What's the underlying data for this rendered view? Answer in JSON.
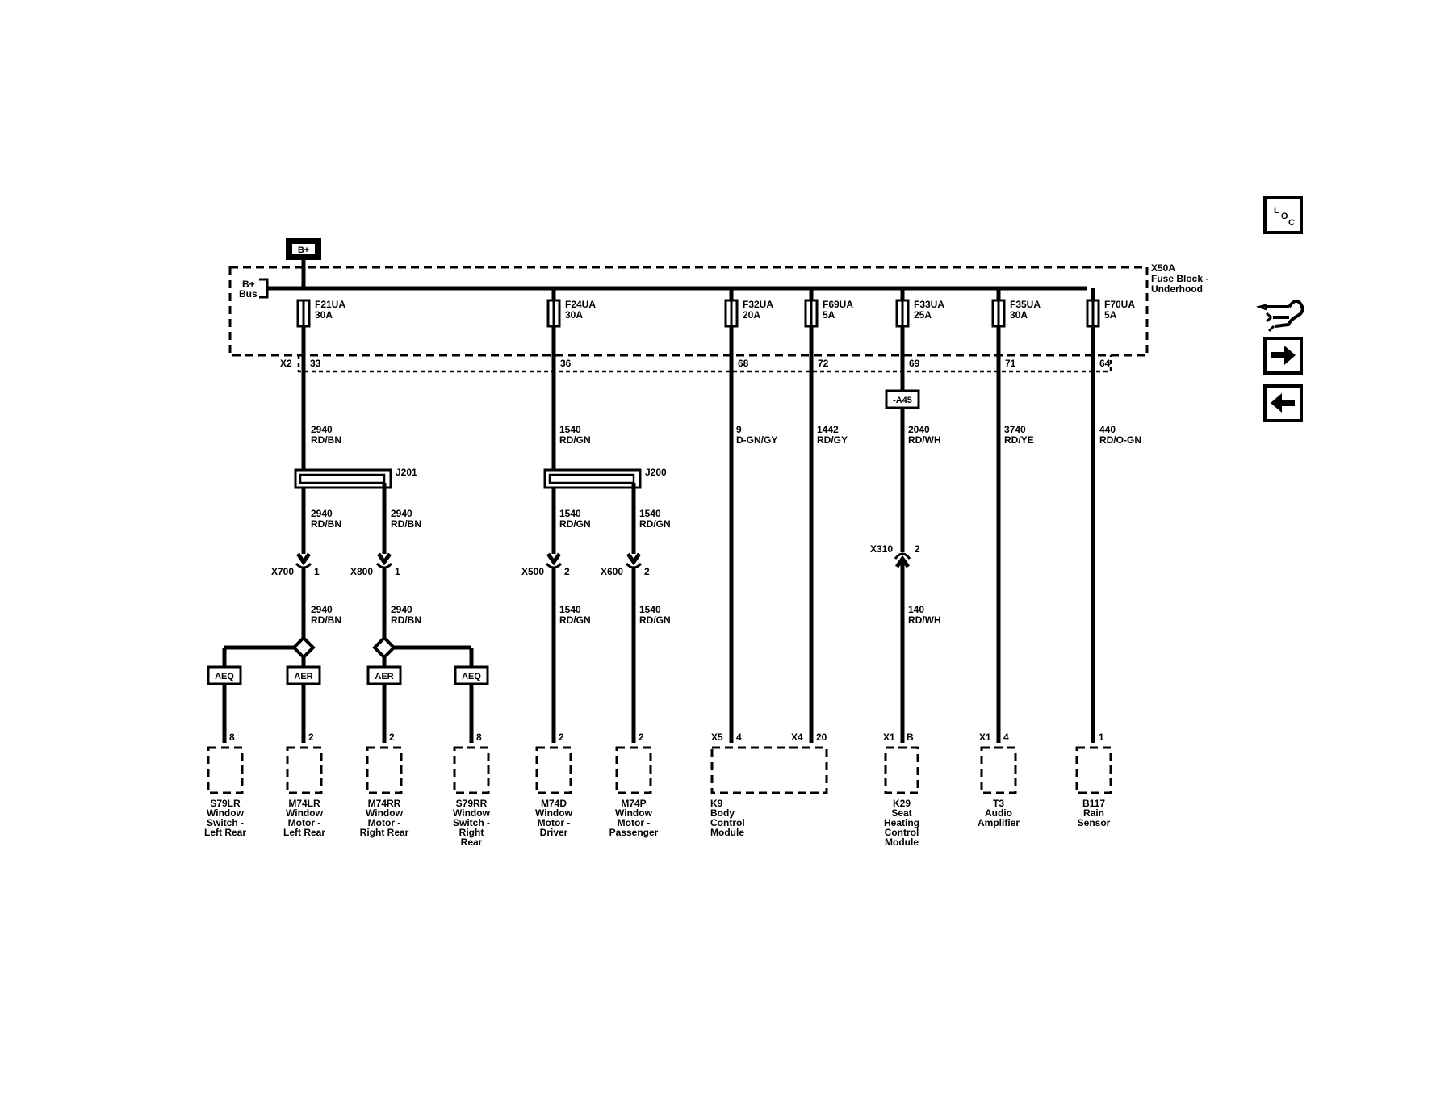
{
  "battery": "B+",
  "fuse_block": {
    "name": "X50A",
    "desc1": "Fuse Block -",
    "desc2": "Underhood",
    "bus1": "B+",
    "bus2": "Bus",
    "connector": "X2"
  },
  "fuses": [
    {
      "name": "F21UA",
      "amp": "30A",
      "pin": "33"
    },
    {
      "name": "F24UA",
      "amp": "30A",
      "pin": "36"
    },
    {
      "name": "F32UA",
      "amp": "20A",
      "pin": "68"
    },
    {
      "name": "F69UA",
      "amp": "5A",
      "pin": "72"
    },
    {
      "name": "F33UA",
      "amp": "25A",
      "pin": "69"
    },
    {
      "name": "F35UA",
      "amp": "30A",
      "pin": "71"
    },
    {
      "name": "F70UA",
      "amp": "5A",
      "pin": "64"
    }
  ],
  "wires": {
    "w1": {
      "circuit": "2940",
      "color": "RD/BN"
    },
    "w2": {
      "circuit": "1540",
      "color": "RD/GN"
    },
    "w3": {
      "circuit": "9",
      "color": "D-GN/GY"
    },
    "w4": {
      "circuit": "1442",
      "color": "RD/GY"
    },
    "w5": {
      "circuit": "2040",
      "color": "RD/WH"
    },
    "w6": {
      "circuit": "3740",
      "color": "RD/YE"
    },
    "w7": {
      "circuit": "440",
      "color": "RD/O-GN"
    },
    "w8": {
      "circuit": "140",
      "color": "RD/WH"
    }
  },
  "splices": {
    "j201": "J201",
    "j200": "J200"
  },
  "option_a45": "-A45",
  "inline": {
    "x700": {
      "name": "X700",
      "pin": "1"
    },
    "x800": {
      "name": "X800",
      "pin": "1"
    },
    "x500": {
      "name": "X500",
      "pin": "2"
    },
    "x600": {
      "name": "X600",
      "pin": "2"
    },
    "x310": {
      "name": "X310",
      "pin": "2"
    }
  },
  "options": {
    "aeq": "AEQ",
    "aer": "AER"
  },
  "components": {
    "s79lr": {
      "pin": "8",
      "lines": [
        "S79LR",
        "Window",
        "Switch -",
        "Left Rear"
      ]
    },
    "m74lr": {
      "pin": "2",
      "lines": [
        "M74LR",
        "Window",
        "Motor -",
        "Left Rear"
      ]
    },
    "m74rr": {
      "pin": "2",
      "lines": [
        "M74RR",
        "Window",
        "Motor -",
        "Right Rear"
      ]
    },
    "s79rr": {
      "pin": "8",
      "lines": [
        "S79RR",
        "Window",
        "Switch -",
        "Right",
        "Rear"
      ]
    },
    "m74d": {
      "pin": "2",
      "lines": [
        "M74D",
        "Window",
        "Motor -",
        "Driver"
      ]
    },
    "m74p": {
      "pin": "2",
      "lines": [
        "M74P",
        "Window",
        "Motor -",
        "Passenger"
      ]
    },
    "k9": {
      "conn1": "X5",
      "pin1": "4",
      "conn2": "X4",
      "pin2": "20",
      "lines": [
        "K9",
        "Body",
        "Control",
        "Module"
      ]
    },
    "k29": {
      "conn": "X1",
      "pin": "B",
      "lines": [
        "K29",
        "Seat",
        "Heating",
        "Control",
        "Module"
      ]
    },
    "t3": {
      "conn": "X1",
      "pin": "4",
      "lines": [
        "T3",
        "Audio",
        "Amplifier"
      ]
    },
    "b117": {
      "pin": "1",
      "lines": [
        "B117",
        "Rain",
        "Sensor"
      ]
    }
  },
  "loc_icon": {
    "l": "L",
    "o": "O",
    "c": "C"
  },
  "nav_icons": [
    "loc-icon",
    "wiring-harness-icon",
    "next-arrow-icon",
    "previous-arrow-icon"
  ]
}
